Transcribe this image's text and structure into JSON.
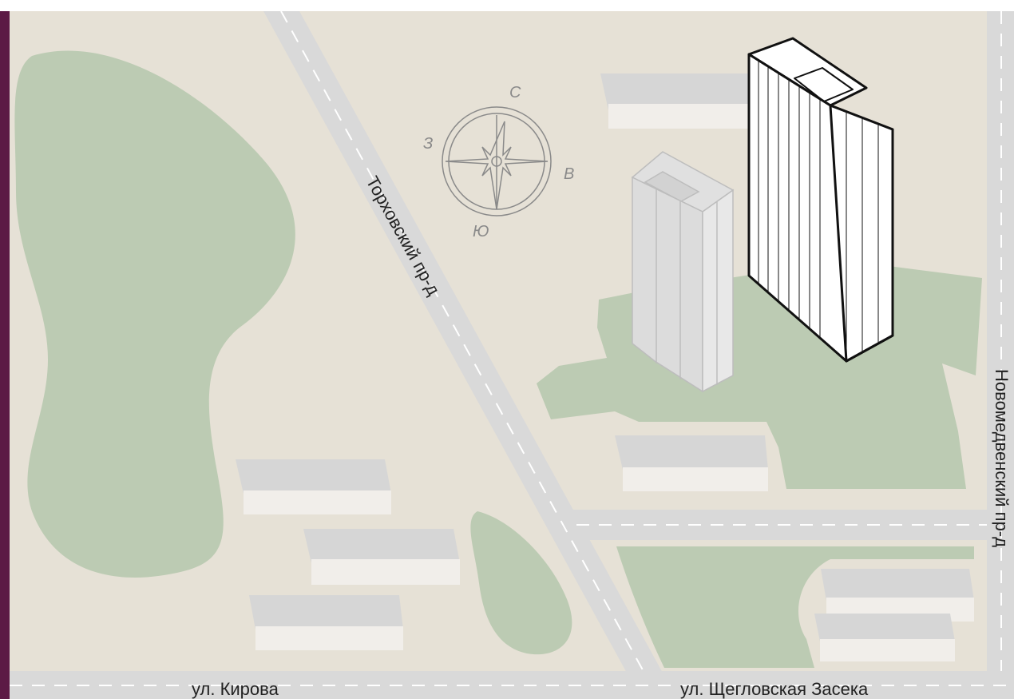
{
  "colors": {
    "ground": "#e6e1d6",
    "park": "#bccbb3",
    "road": "#d9d9d9",
    "road_dash": "#ffffff",
    "building_top": "#d6d6d6",
    "building_side": "#f1eeea",
    "tower_gray": "#e0e0e0",
    "tower_outline": "#bdbdbd",
    "highlight_fill": "#ffffff",
    "highlight_stroke": "#111111",
    "left_border": "#5c1a45"
  },
  "streets": {
    "torkhovsky": "Торховский пр-д",
    "novomedvensky": "Новомедвенский пр-д",
    "kirova": "ул. Кирова",
    "shcheglovskaya": "ул. Щегловская Засека"
  },
  "compass": {
    "north": "С",
    "east": "В",
    "south": "Ю",
    "west": "З"
  }
}
